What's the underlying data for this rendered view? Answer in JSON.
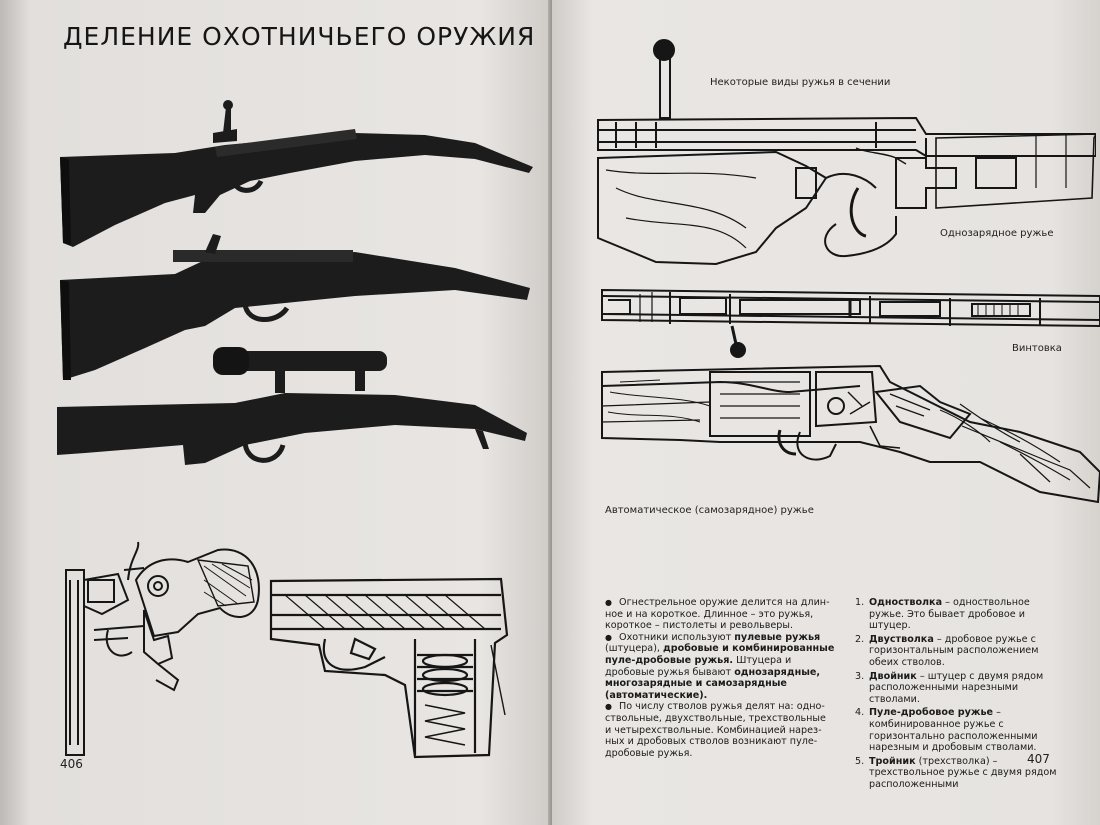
{
  "left_page": {
    "title": "ДЕЛЕНИЕ ОХОТНИЧЬЕГО ОРУЖИЯ",
    "page_number": "406"
  },
  "right_page": {
    "page_number": "407",
    "captions": {
      "sections": "Некоторые виды ружья в сечении",
      "single_shot": "Однозарядное ружье",
      "rifle": "Винтовка",
      "automatic": "Автоматическое (самозарядное) ружье"
    },
    "text_paragraphs": [
      {
        "bullet": true,
        "parts": [
          {
            "t": "Огнестрельное оружие делится на длин­ное и на короткое. Длинное – это ружья, короткое – пистолеты и револьверы.",
            "b": false
          }
        ]
      },
      {
        "bullet": true,
        "parts": [
          {
            "t": "Охотники используют ",
            "b": false
          },
          {
            "t": "пулевые ружья",
            "b": true
          },
          {
            "t": " (штуцера), ",
            "b": false
          },
          {
            "t": "дробовые и комбинированные пуле-дробовые ружья.",
            "b": true
          },
          {
            "t": " Штуцера и дробовые ружья бывают ",
            "b": false
          },
          {
            "t": "однозарядные, многозаряд­ные и самозарядные (автоматические).",
            "b": true
          }
        ]
      },
      {
        "bullet": true,
        "parts": [
          {
            "t": "По числу стволов ружья делят на: одно­ствольные, двухствольные, трехствольные и четырехствольные. Комбинацией нарез­ных и дробовых стволов возникают пуле­дробовые ружья.",
            "b": false
          }
        ]
      }
    ],
    "numbered_list": [
      {
        "n": "1.",
        "term": "Одностволка",
        "rest": " – одноствольное ружье. Это бывает дробовое и штуцер."
      },
      {
        "n": "2.",
        "term": "Двустволка",
        "rest": " – дробовое ружье с гори­зонтальным расположением обеих стволов."
      },
      {
        "n": "3.",
        "term": "Двойник",
        "rest": " – штуцер с двумя рядом распо­ложенными нарезными стволами."
      },
      {
        "n": "4.",
        "term": "Пуле-дробовое ружье",
        "rest": " – комбинирован­ное ружье с горизонтально расположен­ными нарезным и дробовым ствола­ми."
      },
      {
        "n": "5.",
        "term": "Тройник",
        "rest": " (трехстволка) – трехствольное ружье с двумя рядом расположенными"
      }
    ]
  },
  "colors": {
    "ink": "#161616",
    "paper": "#e6e3e0",
    "photo_dark": "#1c1c1c"
  },
  "icons": {
    "bullet": "black-circle"
  }
}
